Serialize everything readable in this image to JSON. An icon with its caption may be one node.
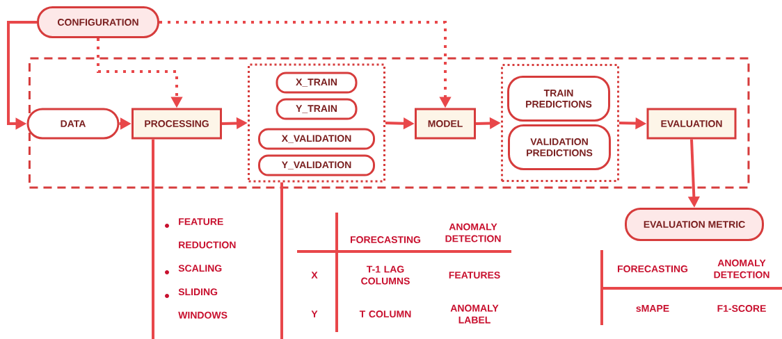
{
  "diagram": {
    "nodes": [
      {
        "text": [
          "CONFIGURATION"
        ]
      },
      {
        "text": [],
        "shape": "box"
      },
      {
        "text": [
          "DATA"
        ],
        "in": 1
      },
      {
        "text": [
          "PROCESSING"
        ],
        "in": 1
      },
      {
        "text": [],
        "shape": "box",
        "in": 1
      },
      {
        "text": [
          "X_TRAIN"
        ],
        "in": 4
      },
      {
        "text": [
          "Y_TRAIN"
        ],
        "in": 4
      },
      {
        "text": [
          "X_VALIDATION"
        ],
        "in": 4
      },
      {
        "text": [
          "Y_VALIDATION"
        ],
        "in": 4
      },
      {
        "text": [
          "MODEL"
        ],
        "in": 1
      },
      {
        "text": [],
        "shape": "box",
        "in": 1
      },
      {
        "text": [
          "TRAIN PREDICTIONS"
        ],
        "in": 10
      },
      {
        "text": [
          "VALIDATION PREDICTIONS"
        ],
        "in": 10
      },
      {
        "text": [
          "EVALUATION"
        ],
        "in": 1
      },
      {
        "text": [
          "EVALUATION METRIC"
        ]
      }
    ],
    "edges": [
      {
        "from": 0,
        "to": 2,
        "arrow": "to"
      },
      {
        "from": 2,
        "to": 3,
        "arrow": "to"
      },
      {
        "from": 3,
        "to": 4,
        "arrow": "to"
      },
      {
        "from": 4,
        "to": 9,
        "arrow": "to"
      },
      {
        "from": 9,
        "to": 10,
        "arrow": "to"
      },
      {
        "from": 10,
        "to": 13,
        "arrow": "to"
      },
      {
        "from": 13,
        "to": 14,
        "arrow": "to"
      },
      {
        "from": 0,
        "to": 3,
        "arrow": "to",
        "style": "dashed"
      },
      {
        "from": 0,
        "to": 9,
        "arrow": "to",
        "style": "dashed"
      },
      {
        "from": 3,
        "to": null,
        "arrow": "none"
      },
      {
        "from": 4,
        "to": null,
        "arrow": "none"
      }
    ],
    "labels": [
      "FEATURE REDUCTION",
      "SCALING",
      "SLIDING WINDOWS",
      "FORECASTING",
      "ANOMALY DETECTION",
      "X",
      "T-1 LAG COLUMNS",
      "FEATURES",
      "Y",
      "T COLUMN",
      "ANOMALY LABEL",
      "FORECASTING",
      "ANOMALY DETECTION",
      "sMAPE",
      "F1-SCORE"
    ]
  }
}
